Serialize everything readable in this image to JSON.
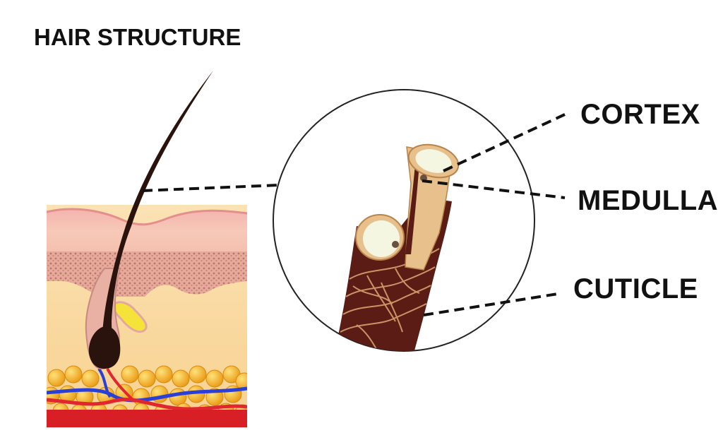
{
  "title": "HAIR STRUCTURE",
  "labels": {
    "cortex": "CORTEX",
    "medulla": "MEDULLA",
    "cuticle": "CUTICLE"
  },
  "colors": {
    "hair": "#2a130d",
    "epidermis_top": "#f2a8a2",
    "epidermis_mid": "#f5c3ad",
    "dermis_dotted": "#d9988c",
    "dermis": "#f9d79c",
    "fat_cells": "#f5b530",
    "blood_red": "#e2262f",
    "vein_blue": "#2a3fd8",
    "gland_yellow": "#f6e33a",
    "cuticle_brown": "#5a1c14",
    "cortex_tan": "#e8c08c",
    "medulla_cream": "#f4f6e2",
    "outline": "#1a1a1a"
  },
  "icons": {
    "skin": "skin-cross-section-illustration",
    "magnifier": "magnified-hair-shaft-illustration"
  }
}
